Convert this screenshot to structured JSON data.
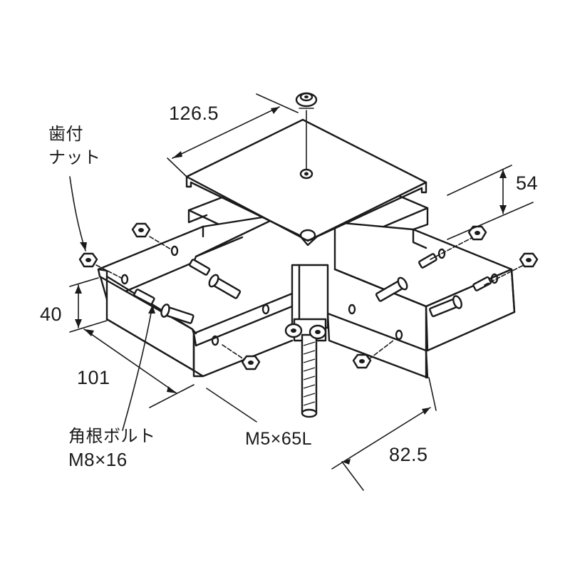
{
  "labels": {
    "dim_cover_width": "126.5",
    "dim_height_54": "54",
    "dim_height_40": "40",
    "dim_length_101": "101",
    "dim_length_82_5": "82.5",
    "toothed_nut_line1": "歯付",
    "toothed_nut_line2": "ナット",
    "carriage_bolt_line1": "角根ボルト",
    "carriage_bolt_line2": "M8×16",
    "center_bolt": "M5×65L"
  },
  "icons": {
    "cover_plate": "square-cover-plate",
    "tray_body": "cross-tray-body",
    "carriage_bolt": "carriage-bolt-icon",
    "toothed_nut": "toothed-nut-icon",
    "center_bolt": "long-bolt-icon",
    "wing_nut": "cap-nut-icon"
  },
  "colors": {
    "line": "#1a1a1a",
    "background": "#ffffff"
  }
}
